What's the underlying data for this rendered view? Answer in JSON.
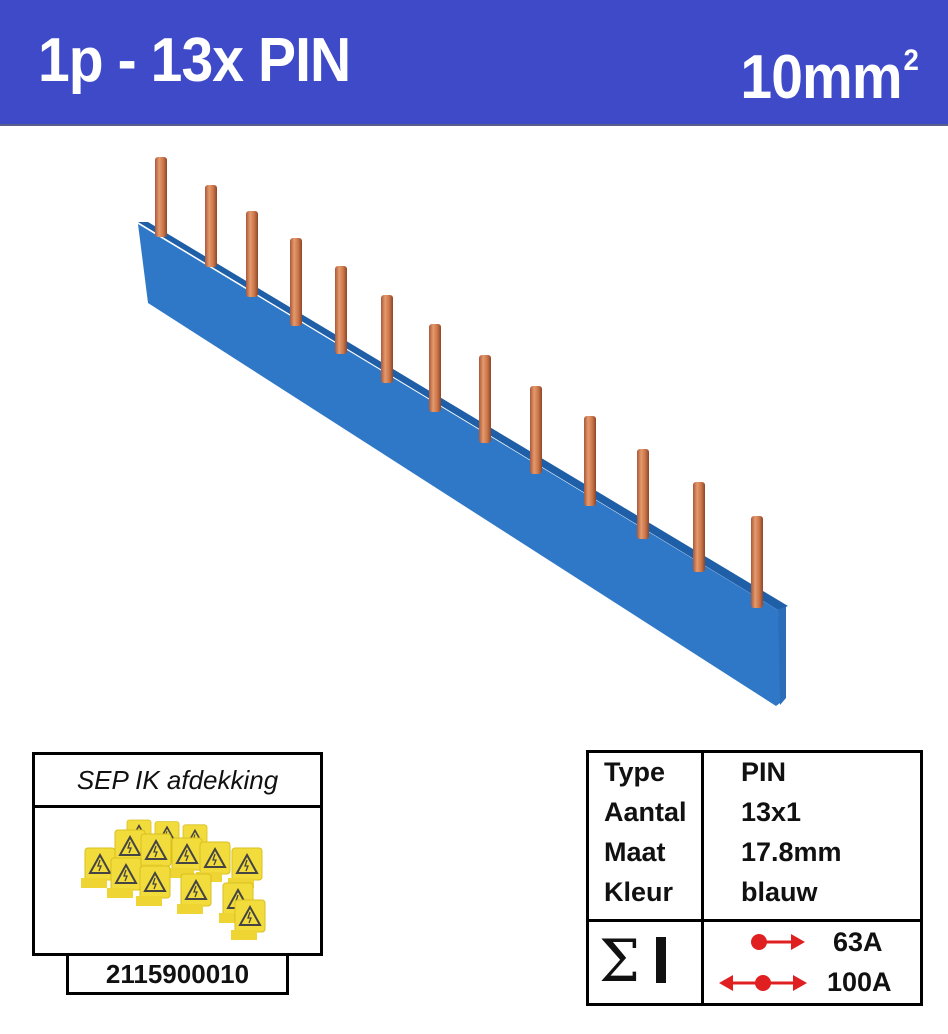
{
  "header": {
    "title": "1p - 13x PIN",
    "cross_section": "10mm",
    "cross_section_sup": "2",
    "background_color": "#3f4ac9"
  },
  "product_image": {
    "name": "busbar-1p-13-pin",
    "bar_color": "#2f78c8",
    "pin_color": "#c8764a",
    "pin_count": 13
  },
  "cover": {
    "title": "SEP IK afdekking",
    "image": "yellow-shock-protection-covers",
    "code": "2115900010"
  },
  "specs": {
    "rows": [
      {
        "label": "Type",
        "value": "PIN"
      },
      {
        "label": "Aantal",
        "value": "13x1"
      },
      {
        "label": "Maat",
        "value": "17.8mm"
      },
      {
        "label": "Kleur",
        "value": "blauw"
      }
    ],
    "current": {
      "sigma_symbol": "Σ",
      "single_feed": "63A",
      "center_feed": "100A",
      "arrow_color": "#e02020"
    }
  }
}
